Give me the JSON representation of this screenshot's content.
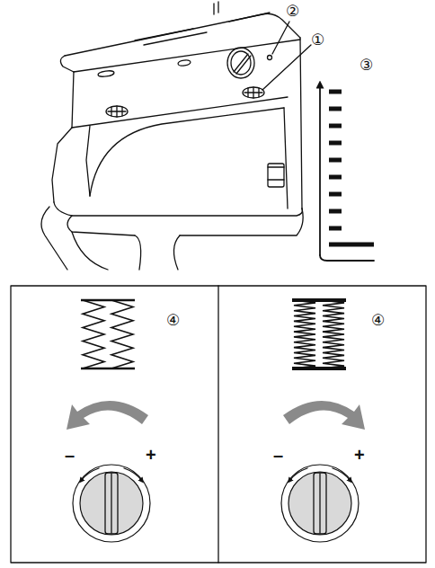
{
  "diagram": {
    "labels": [
      "②",
      "①",
      "③",
      "④",
      "④",
      "–",
      "+",
      "–",
      "+"
    ]
  }
}
